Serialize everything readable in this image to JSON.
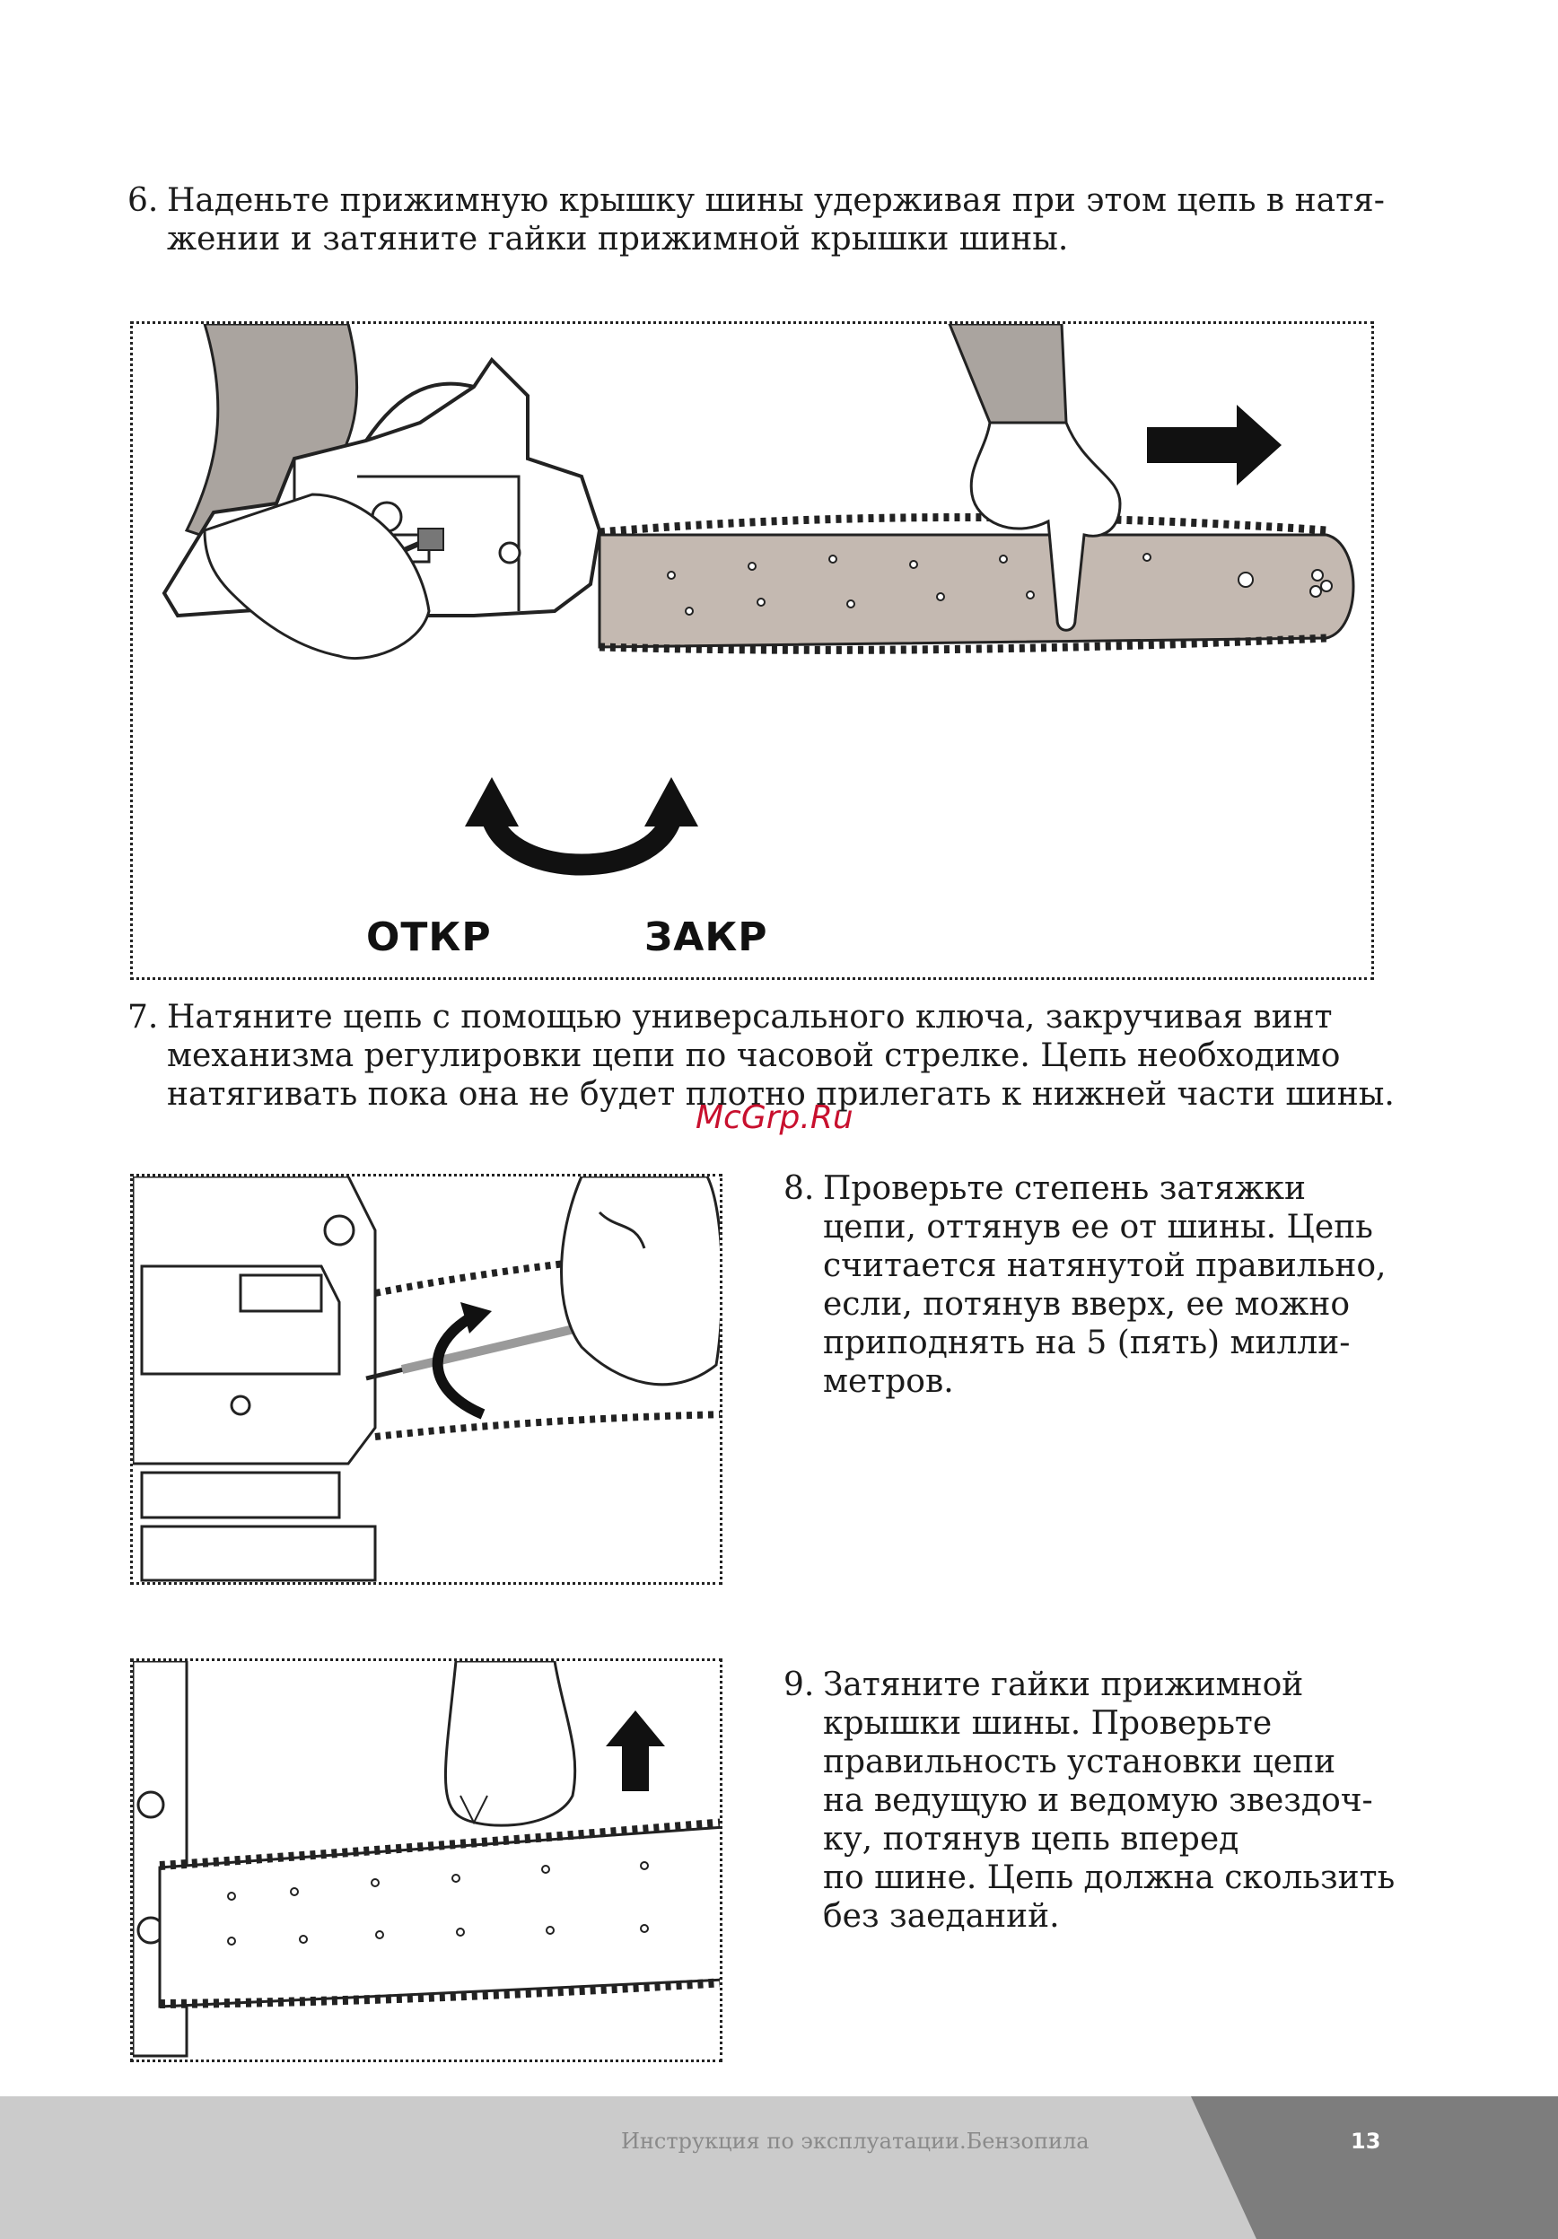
{
  "steps": [
    {
      "number": "6.",
      "lines": [
        "Наденьте прижимную крышку шины удерживая при этом цепь в натя-",
        "жении и затяните гайки прижимной крышки шины."
      ]
    },
    {
      "number": "7.",
      "lines": [
        "Натяните цепь с помощью универсального ключа, закручивая винт",
        "механизма регулировки цепи по часовой стрелке. Цепь необходимо",
        "натягивать пока она не будет плотно прилегать к нижней части шины."
      ]
    },
    {
      "number": "8.",
      "lines": [
        "Проверьте степень затяжки",
        "цепи, оттянув ее от шины. Цепь",
        "считается натянутой правильно,",
        "если, потянув вверх, ее можно",
        "приподнять на 5 (пять) милли-",
        "метров."
      ]
    },
    {
      "number": "9.",
      "lines": [
        "Затяните гайки прижимной",
        "крышки шины. Проверьте",
        "правильность установки цепи",
        "на ведущую и ведомую звездоч-",
        "ку, потянув цепь вперед",
        "по шине. Цепь должна скользить",
        "без заеданий."
      ]
    }
  ],
  "figure1": {
    "label_open": "ОТКР",
    "label_close": "ЗАКР"
  },
  "watermark": "McGrp.Ru",
  "footer": {
    "title": "Инструкция по эксплуатации.Бензопила",
    "page": "13"
  },
  "colors": {
    "footer_light": "#cbcbcb",
    "footer_dark": "#7d7d7d",
    "skin": "#aaa49f",
    "bar": "#c4b9b1",
    "arrow": "#111111"
  }
}
